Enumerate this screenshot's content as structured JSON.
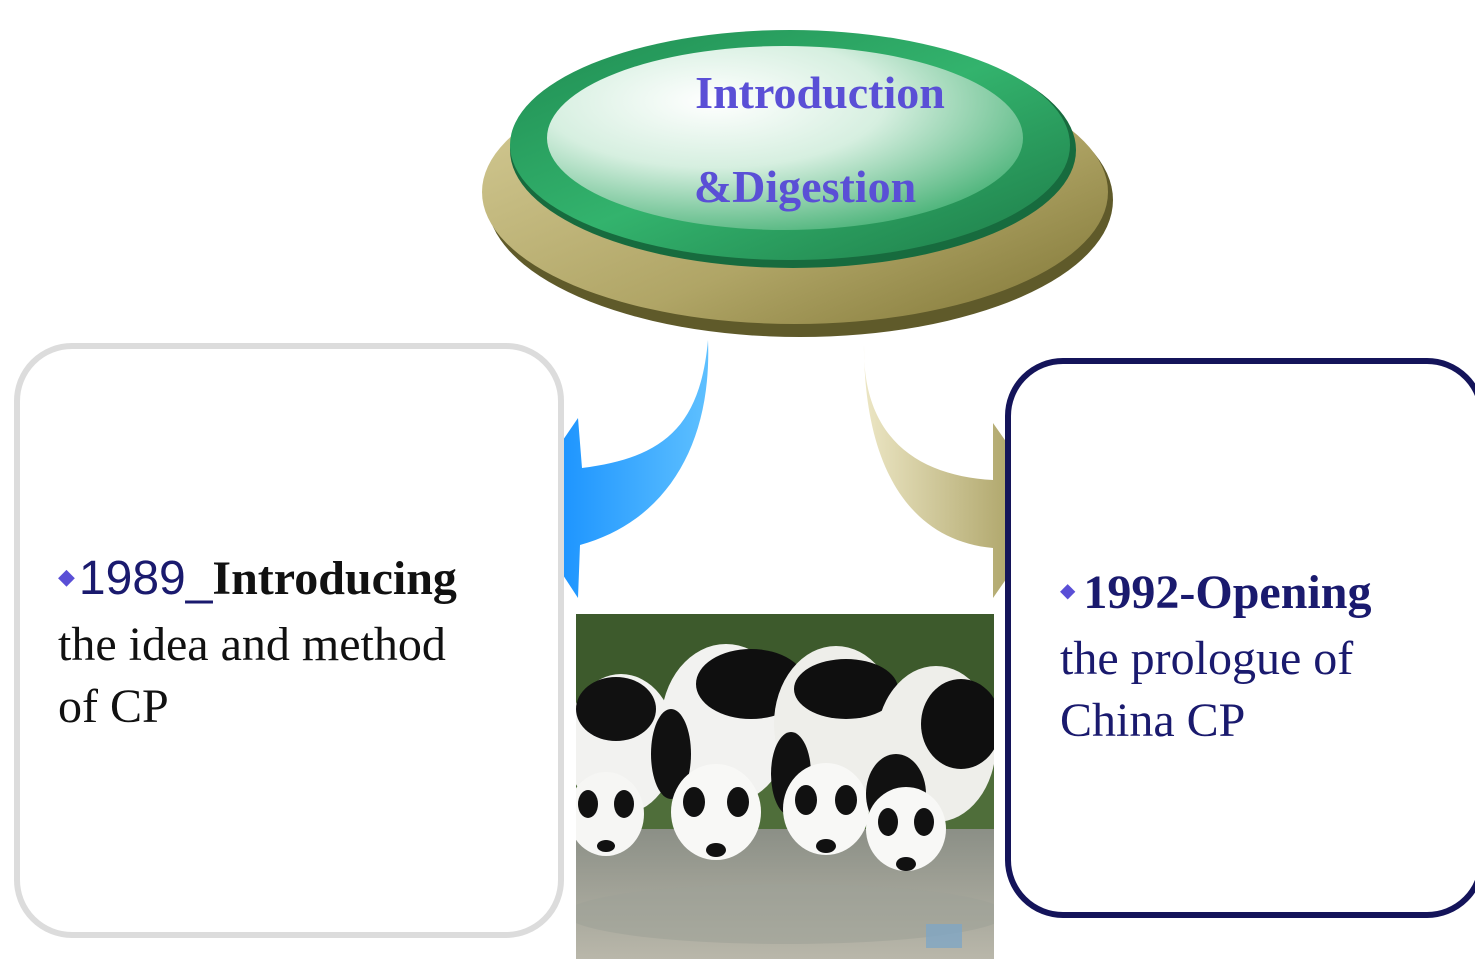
{
  "header": {
    "title_line1": "Introduction",
    "title_line2": "&Digestion"
  },
  "left_card": {
    "bullet": "◆",
    "year": "1989_",
    "headline": "Introducing",
    "body_line1": "the idea and method",
    "body_line2": "of CP"
  },
  "right_card": {
    "bullet": "◆",
    "headline": "1992-Opening",
    "body_line1": "the prologue of",
    "body_line2": "China CP"
  },
  "photo": {
    "subject": "four pandas drinking water"
  },
  "colors": {
    "title": "#5a4fd6",
    "ellipse_green": "#2fae6a",
    "ellipse_base": "#b5a86a",
    "left_arrow": "#1e90ff",
    "right_arrow": "#b5ad73",
    "right_box_border": "#14145a",
    "left_box_border": "#dcdcdc"
  }
}
